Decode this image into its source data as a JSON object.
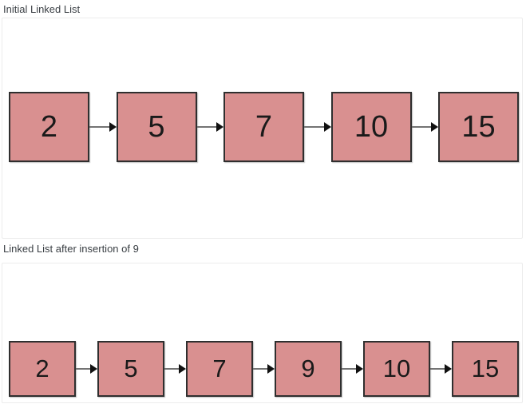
{
  "diagram_type": "linked-list-insertion",
  "sections": [
    {
      "title": "Initial Linked List",
      "nodes": [
        "2",
        "5",
        "7",
        "10",
        "15"
      ]
    },
    {
      "title": "Linked List after insertion of 9",
      "nodes": [
        "2",
        "5",
        "7",
        "9",
        "10",
        "15"
      ]
    }
  ],
  "colors": {
    "node_fill": "#d99090",
    "node_border": "#2f2f2f",
    "node_text": "#1a1a1a",
    "arrow_stem": "#737373",
    "arrow_head": "#111111",
    "panel_border": "#ececec",
    "title_text": "#3b4045",
    "background": "#ffffff"
  }
}
